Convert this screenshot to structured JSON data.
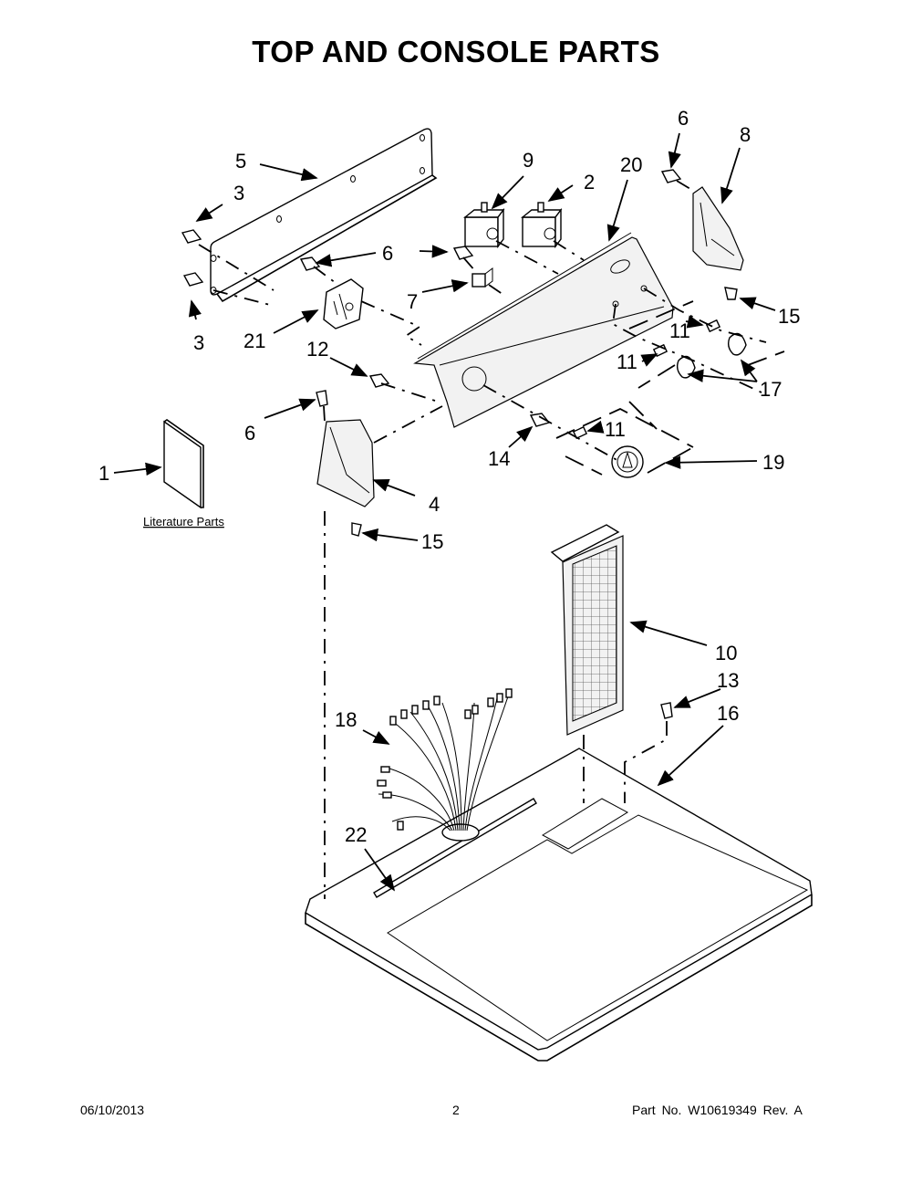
{
  "page": {
    "title": "TOP AND CONSOLE PARTS",
    "literature_label": "Literature Parts"
  },
  "callouts": {
    "c1": "1",
    "c2": "2",
    "c3a": "3",
    "c3b": "3",
    "c4": "4",
    "c5": "5",
    "c6a": "6",
    "c6b": "6",
    "c6c": "6",
    "c6d": "6",
    "c7": "7",
    "c8": "8",
    "c9": "9",
    "c10": "10",
    "c11a": "11",
    "c11b": "11",
    "c11c": "11",
    "c12": "12",
    "c13": "13",
    "c14": "14",
    "c15a": "15",
    "c15b": "15",
    "c16": "16",
    "c17": "17",
    "c18": "18",
    "c19": "19",
    "c20": "20",
    "c21": "21",
    "c22": "22"
  },
  "footer": {
    "date": "06/10/2013",
    "page_number": "2",
    "part_number": "Part No.  W10619349  Rev.  A"
  }
}
